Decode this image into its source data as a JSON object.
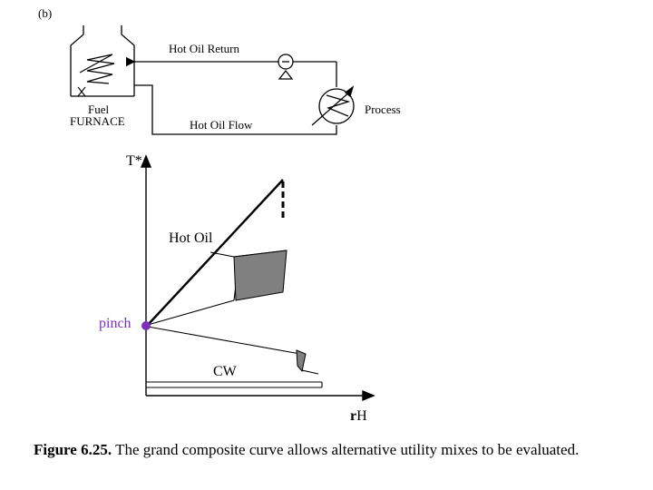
{
  "panel_label": "(b)",
  "flowsheet": {
    "hot_oil_return": "Hot Oil Return",
    "fuel": "Fuel",
    "furnace": "FURNACE",
    "hot_oil_flow": "Hot Oil Flow",
    "process": "Process"
  },
  "plot": {
    "y_axis": "T*",
    "hot_oil": "Hot Oil",
    "pinch": "pinch",
    "cw": "CW",
    "x_axis_symbol": "r",
    "x_axis": "H"
  },
  "caption": {
    "label": "Figure 6.25.",
    "text": "The grand composite curve allows alternative utility mixes to be evaluated."
  },
  "colors": {
    "pinch": "#7b2fbe",
    "pocket_fill": "#808080",
    "line": "#000000"
  }
}
